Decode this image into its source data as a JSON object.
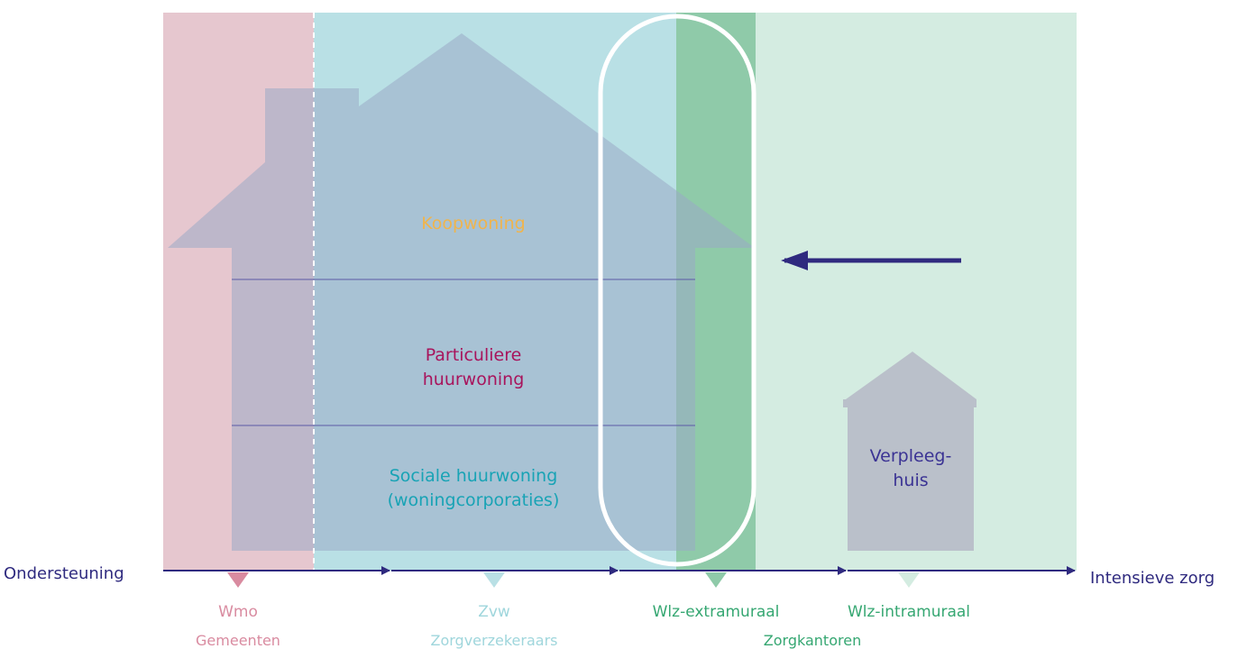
{
  "axis": {
    "left_label": "Ondersteuning",
    "right_label": "Intensieve zorg"
  },
  "house": {
    "layers": [
      {
        "label": "Koopwoning",
        "color": "#f0b44c"
      },
      {
        "label": "Particuliere\nhuurwoning",
        "color": "#a8145c"
      },
      {
        "label": "Sociale huurwoning\n(woningcorporaties)",
        "color": "#18a3b5"
      }
    ]
  },
  "nursing_home": {
    "label": "Verpleeg-\nhuis",
    "color": "#3b3394"
  },
  "bands": [
    {
      "name": "Wmo",
      "org": "Gemeenten",
      "color": "#d98ba0",
      "fill": "#e6c7cf"
    },
    {
      "name": "Zvw",
      "org": "Zorgverzekeraars",
      "color": "#9fd6dc",
      "fill": "#b9e0e5"
    },
    {
      "name": "Wlz-extramuraal",
      "org": "",
      "color": "#36a772",
      "fill": "#8fcaa9"
    },
    {
      "name": "Wlz-intramuraal",
      "org": "",
      "color": "#36a772",
      "fill": "#d4ece1"
    }
  ],
  "shared_org": {
    "label": "Zorgkantoren",
    "color": "#36a772"
  },
  "colors": {
    "axis": "#2f2a7f",
    "house_fill": "#9aa9c6",
    "nursing_home_fill": "#b5b8c5",
    "divider": "#ffffff"
  }
}
